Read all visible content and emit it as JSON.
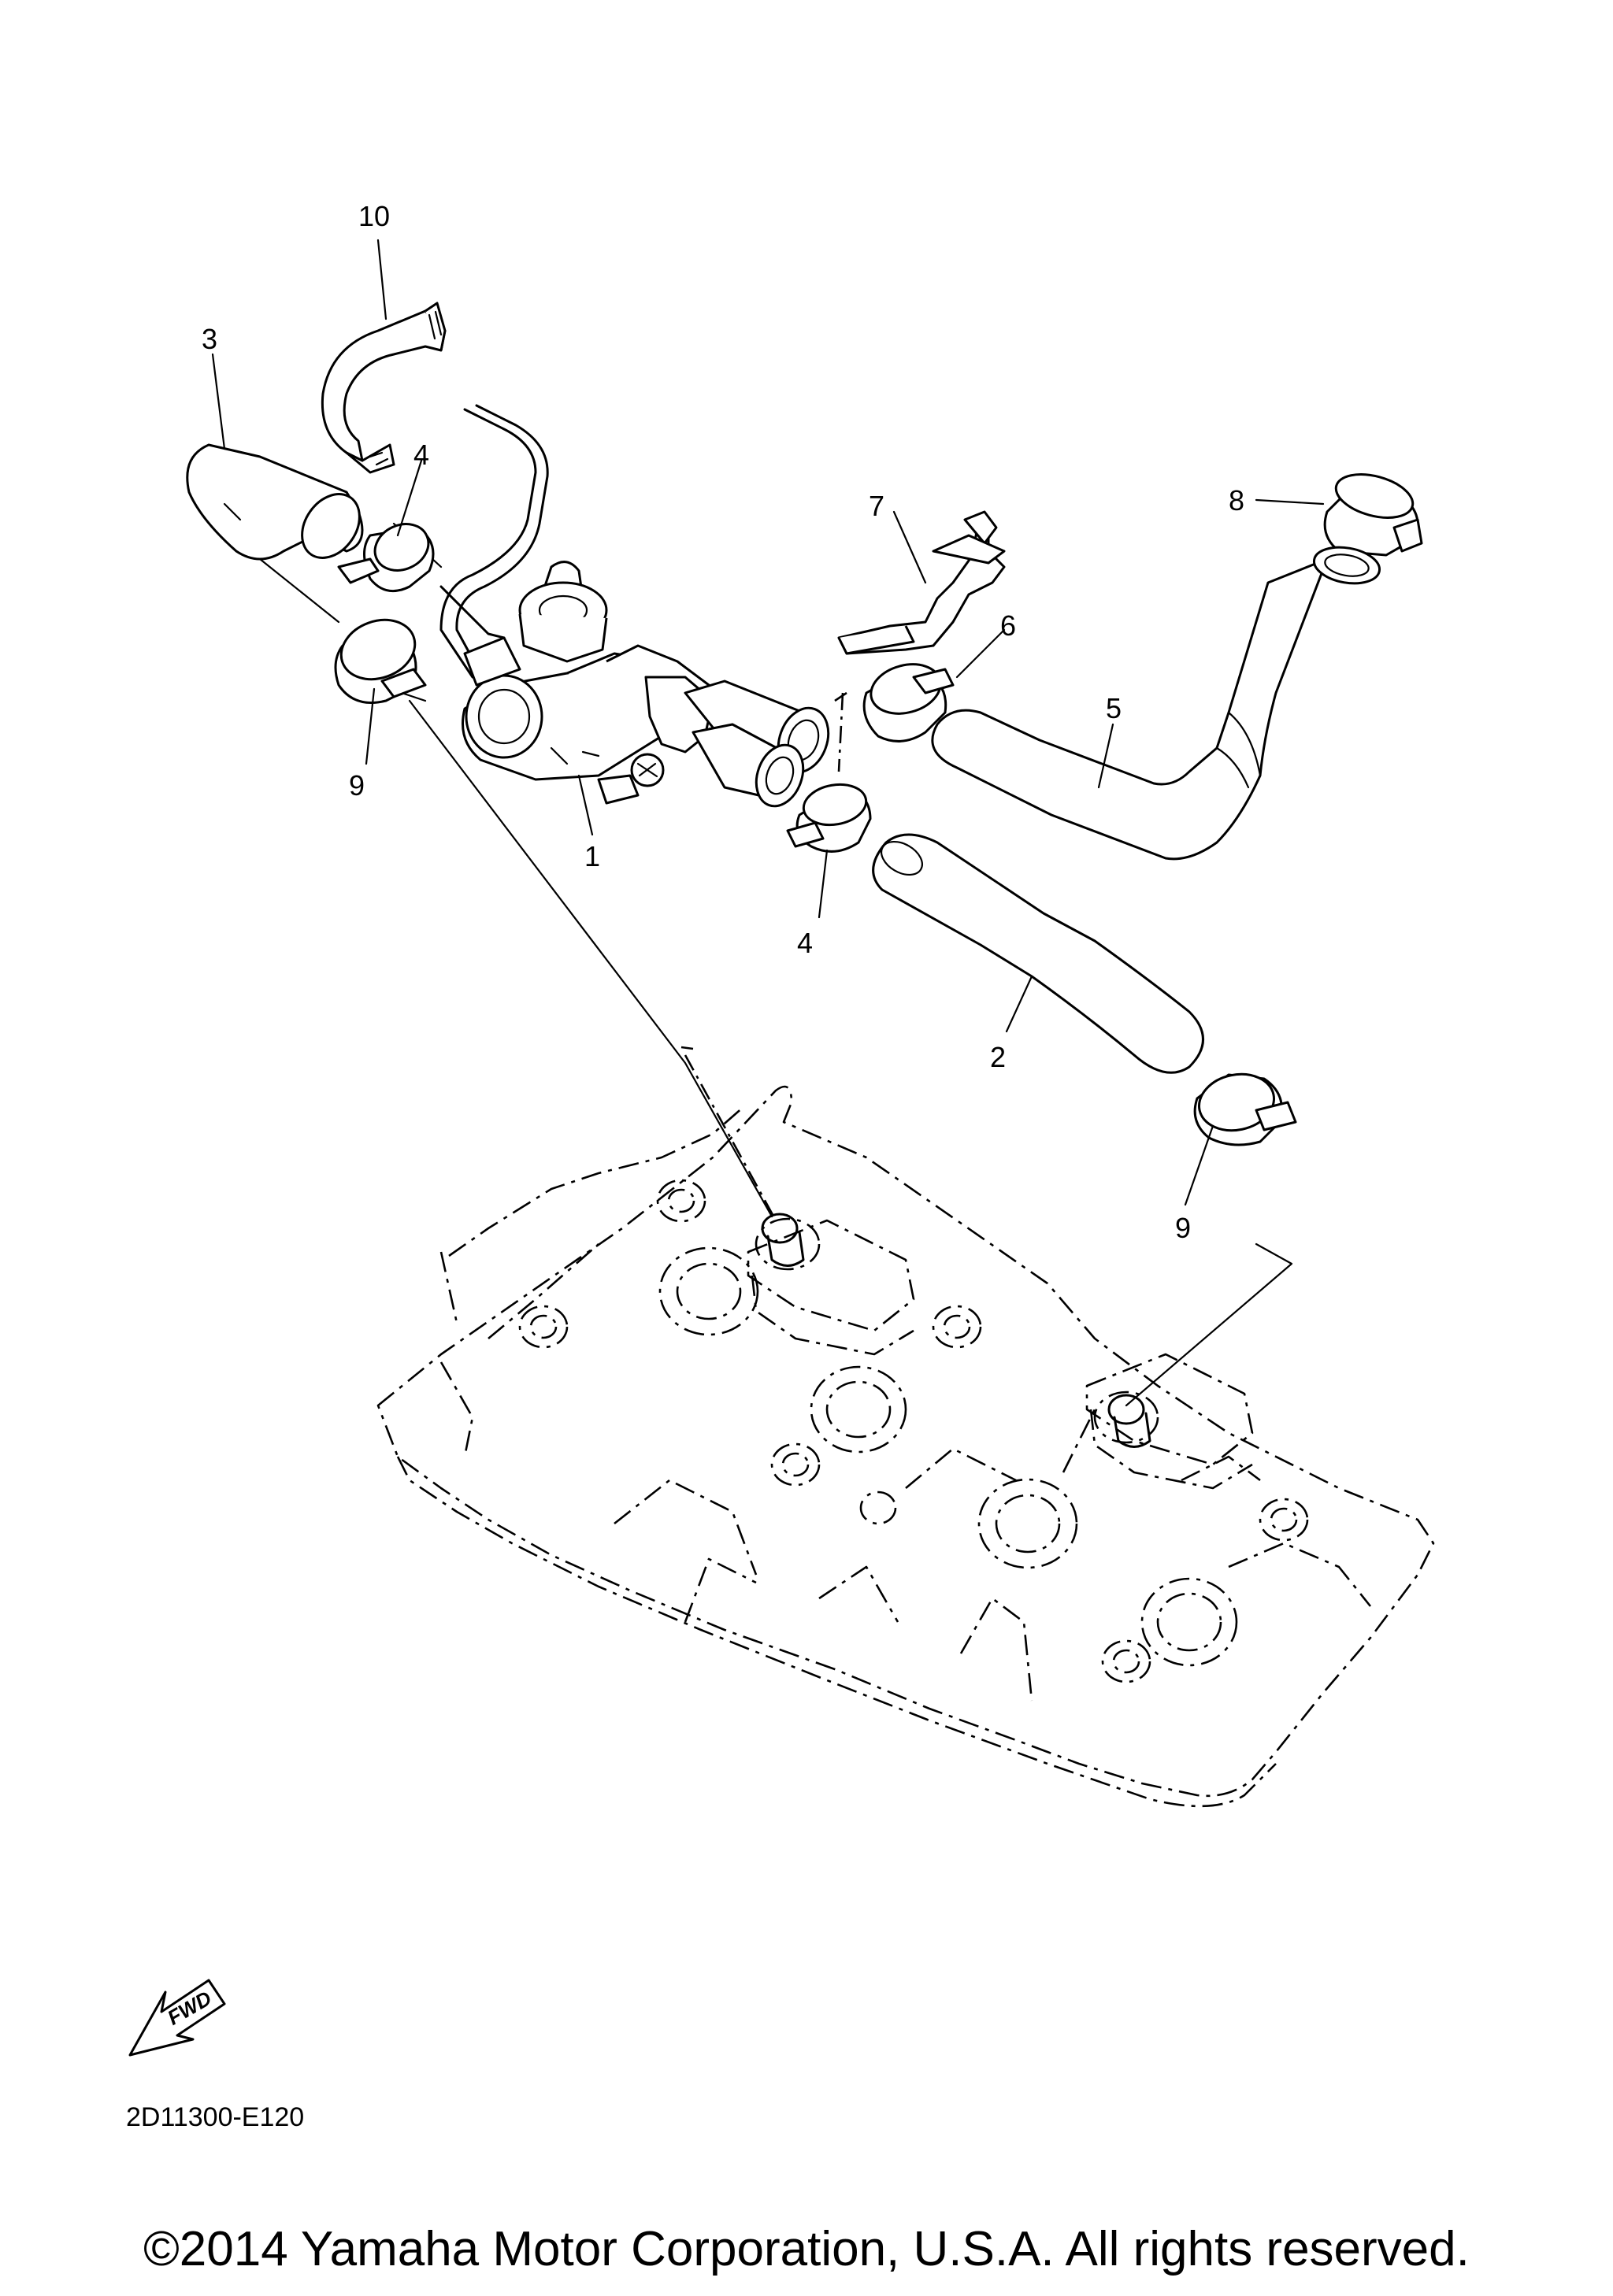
{
  "diagram": {
    "callouts": [
      {
        "id": "c10",
        "label": "10"
      },
      {
        "id": "c3",
        "label": "3"
      },
      {
        "id": "c4a",
        "label": "4"
      },
      {
        "id": "c7",
        "label": "7"
      },
      {
        "id": "c8",
        "label": "8"
      },
      {
        "id": "c6",
        "label": "6"
      },
      {
        "id": "c5",
        "label": "5"
      },
      {
        "id": "c9a",
        "label": "9"
      },
      {
        "id": "c1",
        "label": "1"
      },
      {
        "id": "c4b",
        "label": "4"
      },
      {
        "id": "c2",
        "label": "2"
      },
      {
        "id": "c9b",
        "label": "9"
      }
    ],
    "direction_label": "FWD",
    "drawing_code": "2D11300-E120"
  },
  "footer": {
    "copyright": "©2014 Yamaha Motor Corporation, U.S.A. All rights reserved."
  }
}
